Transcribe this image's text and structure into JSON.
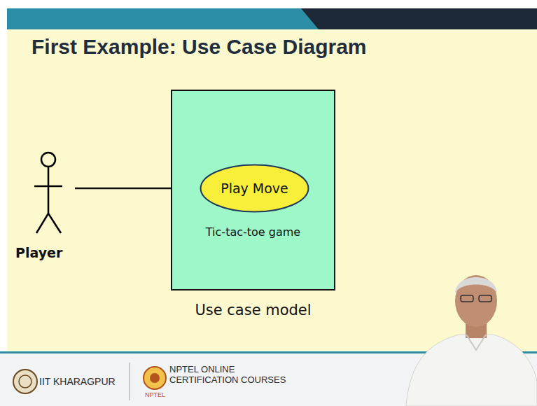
{
  "diagram": {
    "title": "First Example: Use Case Diagram",
    "nodes": [
      {
        "text": [
          "Player"
        ]
      },
      {
        "text": [
          "Tic-tac-toe game",
          "Use case model"
        ]
      },
      {
        "text": [
          "Play Move"
        ],
        "in": 1
      }
    ],
    "edges": [
      {
        "from": 0,
        "to": 2,
        "arrow": "none"
      }
    ],
    "labels": [
      "IIT KHARAGPUR",
      "NPTEL ONLINE CERTIFICATION COURSES",
      "NPTEL"
    ]
  }
}
